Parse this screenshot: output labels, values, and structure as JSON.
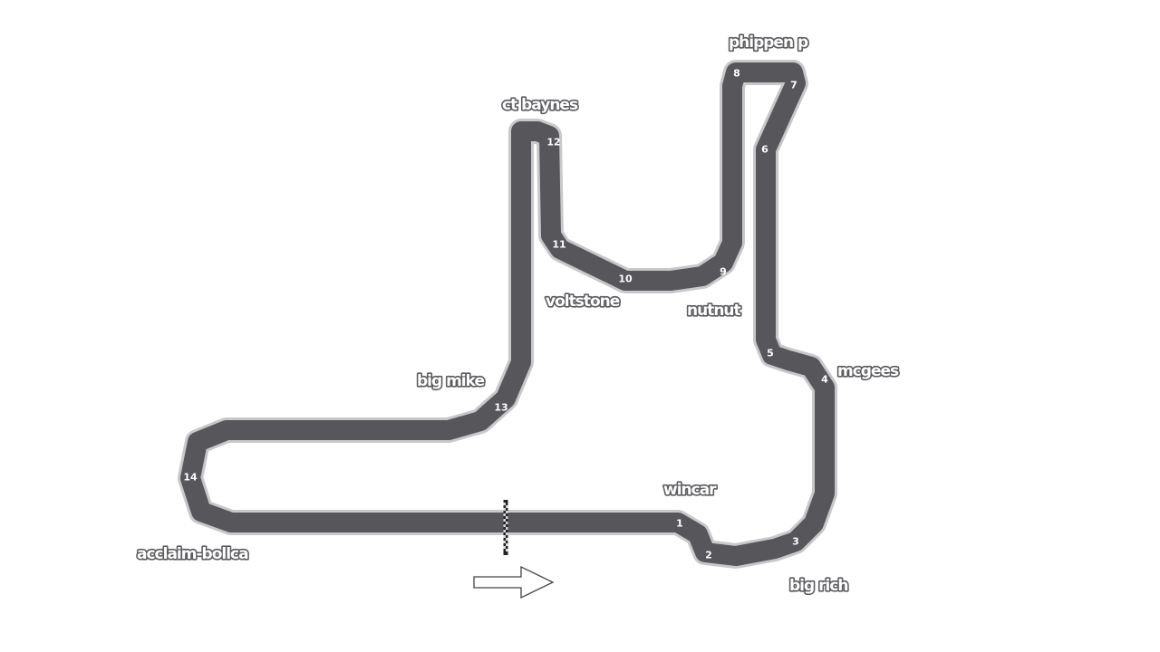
{
  "map": {
    "type": "race-track-layout",
    "track_color": "#56565b",
    "label_color": "#ffffff",
    "label_outline_color": "#5c5c60",
    "direction": "clockwise",
    "direction_arrow_icon": "right-arrow-icon",
    "start_finish_icon": "checkered-flag-line-icon"
  },
  "turns": [
    "1",
    "2",
    "3",
    "4",
    "5",
    "6",
    "7",
    "8",
    "9",
    "10",
    "11",
    "12",
    "13",
    "14"
  ],
  "corners": [
    "wincar",
    "big rich",
    "mcgees",
    "phippen p",
    "nutnut",
    "voltstone",
    "ct baynes",
    "big mike",
    "acclaim-bollca"
  ]
}
